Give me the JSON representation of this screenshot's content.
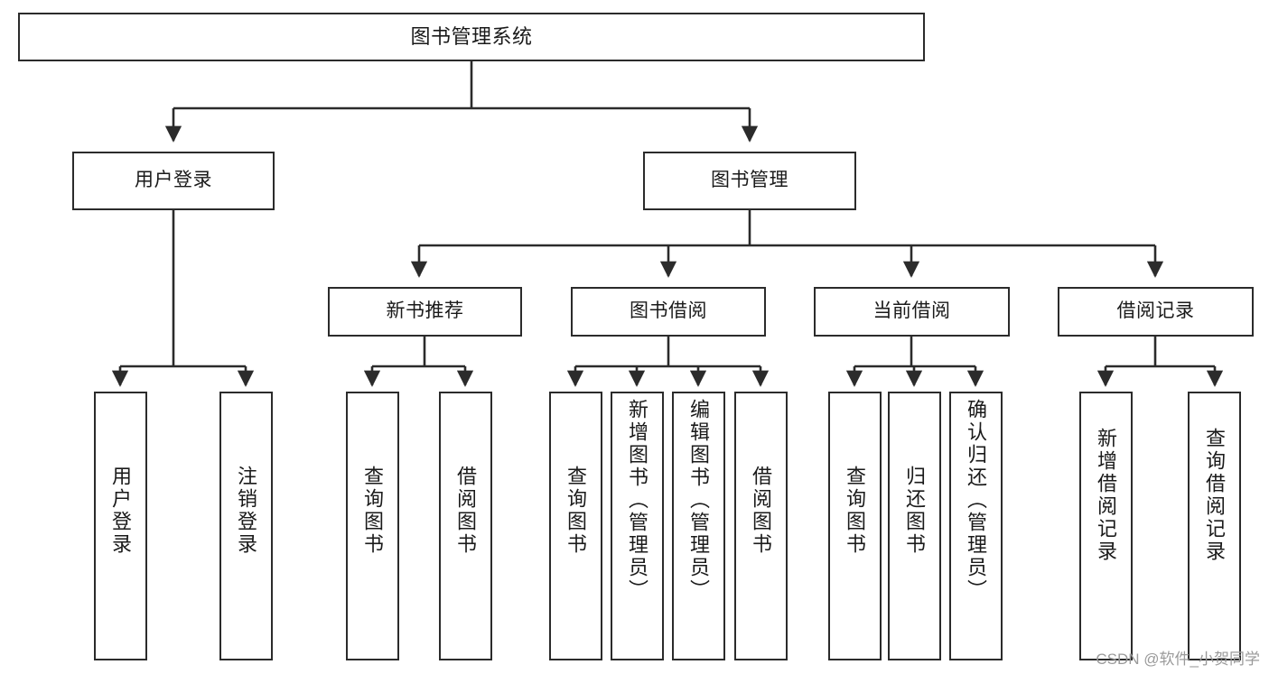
{
  "diagram": {
    "type": "tree-hierarchy",
    "title": "图书管理系统",
    "edge_style": "orthogonal-arrow",
    "colors": {
      "box_border": "#2b2b2b",
      "box_fill": "#ffffff",
      "edge": "#2b2b2b",
      "text": "#1a1a1a",
      "watermark": "#9a9a9a"
    },
    "nodes": {
      "root": {
        "label": "图书管理系统"
      },
      "level2": [
        {
          "id": "user-login",
          "label": "用户登录"
        },
        {
          "id": "book-manage",
          "label": "图书管理"
        }
      ],
      "level3": [
        {
          "id": "new-book-recommend",
          "label": "新书推荐"
        },
        {
          "id": "book-borrow",
          "label": "图书借阅"
        },
        {
          "id": "current-borrow",
          "label": "当前借阅"
        },
        {
          "id": "borrow-record",
          "label": "借阅记录"
        }
      ],
      "leaves": {
        "user_login": [
          {
            "id": "leaf-user-login",
            "label": "用户登录"
          },
          {
            "id": "leaf-logout",
            "label": "注销登录"
          }
        ],
        "new_book_recommend": [
          {
            "id": "leaf-query-book-1",
            "label": "查询图书"
          },
          {
            "id": "leaf-borrow-book-1",
            "label": "借阅图书"
          }
        ],
        "book_borrow": [
          {
            "id": "leaf-query-book-2",
            "label": "查询图书"
          },
          {
            "id": "leaf-add-book",
            "label": "新增图书（管理员）"
          },
          {
            "id": "leaf-edit-book",
            "label": "编辑图书（管理员）"
          },
          {
            "id": "leaf-borrow-book-2",
            "label": "借阅图书"
          }
        ],
        "current_borrow": [
          {
            "id": "leaf-query-book-3",
            "label": "查询图书"
          },
          {
            "id": "leaf-return-book",
            "label": "归还图书"
          },
          {
            "id": "leaf-confirm-return",
            "label": "确认归还（管理员）"
          }
        ],
        "borrow_record": [
          {
            "id": "leaf-add-record",
            "label": "新增借阅记录"
          },
          {
            "id": "leaf-query-record",
            "label": "查询借阅记录"
          }
        ]
      }
    }
  },
  "watermark": {
    "text": "CSDN @软件_小贺同学"
  }
}
